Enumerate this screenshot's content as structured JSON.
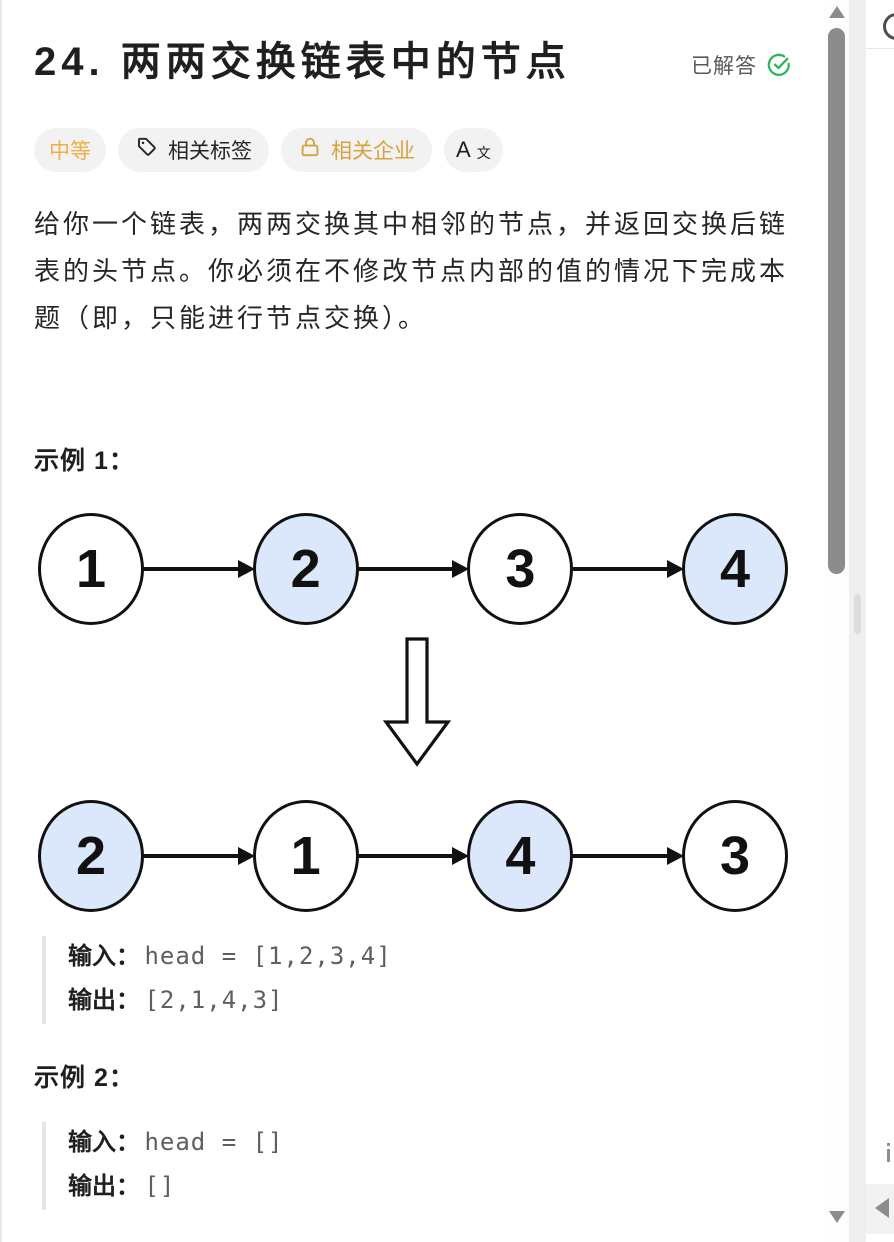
{
  "header": {
    "title": "24. 两两交换链表中的节点",
    "solved_label": "已解答",
    "solved_color": "#2db55d"
  },
  "badges": {
    "difficulty_label": "中等",
    "difficulty_color": "#efb043",
    "tags_label": "相关标签",
    "companies_label": "相关企业",
    "companies_color": "#d5a43e",
    "font_size_main": "A",
    "font_size_sub": "文"
  },
  "description": "给你一个链表，两两交换其中相邻的节点，并返回交换后链\n表的头节点。你必须在不修改节点内部的值的情况下完成本\n题（即，只能进行节点交换）。",
  "examples": [
    {
      "heading": "示例 1：",
      "input_label": "输入：",
      "input_value": "head = [1,2,3,4]",
      "output_label": "输出：",
      "output_value": "[2,1,4,3]"
    },
    {
      "heading": "示例 2：",
      "input_label": "输入：",
      "input_value": "head = []",
      "output_label": "输出：",
      "output_value": "[]"
    }
  ],
  "diagram": {
    "node_fill_highlight": "#dbe8fc",
    "node_fill_default": "#ffffff",
    "rows": [
      {
        "nodes": [
          {
            "value": "1",
            "highlight": false
          },
          {
            "value": "2",
            "highlight": true
          },
          {
            "value": "3",
            "highlight": false
          },
          {
            "value": "4",
            "highlight": true
          }
        ]
      },
      {
        "nodes": [
          {
            "value": "2",
            "highlight": true
          },
          {
            "value": "1",
            "highlight": false
          },
          {
            "value": "4",
            "highlight": true
          },
          {
            "value": "3",
            "highlight": false
          }
        ]
      }
    ]
  }
}
